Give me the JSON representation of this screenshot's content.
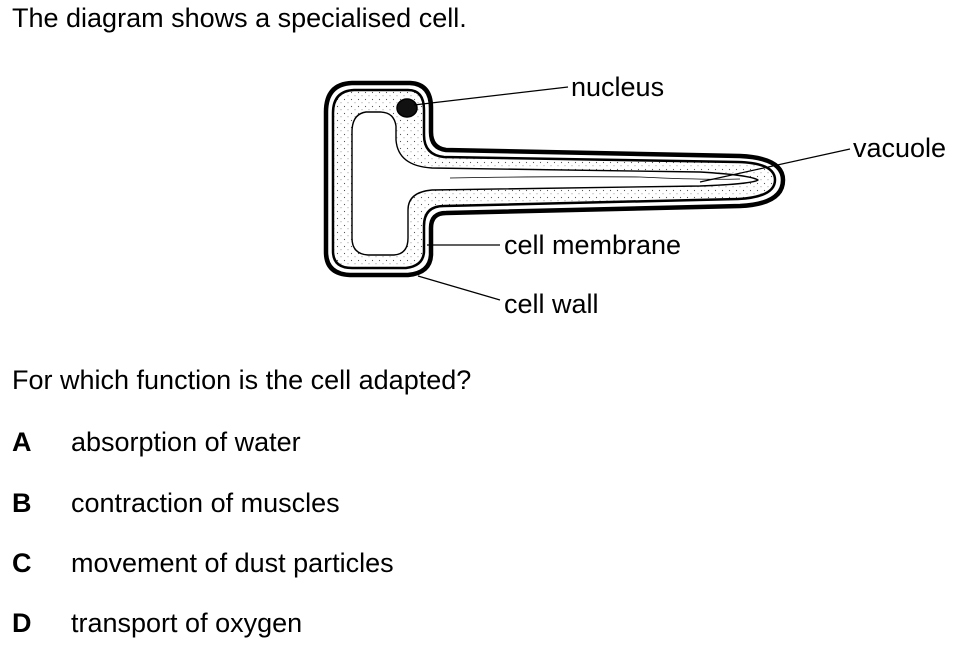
{
  "intro": "The diagram shows a specialised cell.",
  "diagram": {
    "labels": {
      "nucleus": "nucleus",
      "vacuole": "vacuole",
      "cell_membrane": "cell membrane",
      "cell_wall": "cell wall"
    }
  },
  "question": "For which function is the cell adapted?",
  "options": [
    {
      "letter": "A",
      "text": "absorption of water"
    },
    {
      "letter": "B",
      "text": "contraction of muscles"
    },
    {
      "letter": "C",
      "text": "movement of dust particles"
    },
    {
      "letter": "D",
      "text": "transport of oxygen"
    }
  ]
}
